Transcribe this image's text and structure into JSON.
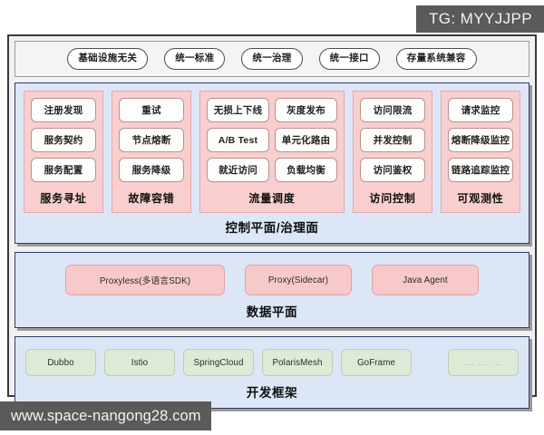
{
  "watermarks": {
    "telegram": "TG: MYYJJPP",
    "website": "www.space-nangong28.com"
  },
  "principles": [
    "基础设施无关",
    "统一标准",
    "统一治理",
    "统一接口",
    "存量系统兼容"
  ],
  "layers": [
    {
      "title": "控制平面/治理面",
      "groups": [
        {
          "label": "服务寻址",
          "wide": false,
          "cells": [
            "注册发现",
            "服务契约",
            "服务配置"
          ]
        },
        {
          "label": "故障容错",
          "wide": false,
          "cells": [
            "重试",
            "节点熔断",
            "服务降级"
          ]
        },
        {
          "label": "流量调度",
          "wide": true,
          "cells": [
            "无损上下线",
            "灰度发布",
            "A/B Test",
            "单元化路由",
            "就近访问",
            "负载均衡"
          ]
        },
        {
          "label": "访问控制",
          "wide": false,
          "cells": [
            "访问限流",
            "并发控制",
            "访问鉴权"
          ]
        },
        {
          "label": "可观测性",
          "wide": false,
          "cells": [
            "请求监控",
            "熔断降级监控",
            "链路追踪监控"
          ]
        }
      ]
    },
    {
      "title": "数据平面",
      "boxes": [
        "Proxyless(多语言SDK)",
        "Proxy(Sidecar)",
        "Java Agent"
      ]
    },
    {
      "title": "开发框架",
      "boxes": [
        "Dubbo",
        "Istio",
        "SpringCloud",
        "PolarisMesh",
        "GoFrame",
        "... ... ..."
      ]
    }
  ],
  "colors": {
    "layer_bg": "#dde6f7",
    "layer_border": "#2f3f63",
    "group_bg": "#f8cfce",
    "group_border": "#e9a8a8",
    "cell_bg": "#fdfdfc",
    "cell_border": "#b9918f",
    "data_plane_box": "#f7c9c8",
    "framework_box": "#ddebd6",
    "frame_border": "#3b3b3b",
    "watermark_bg": "#5a5a5a"
  }
}
